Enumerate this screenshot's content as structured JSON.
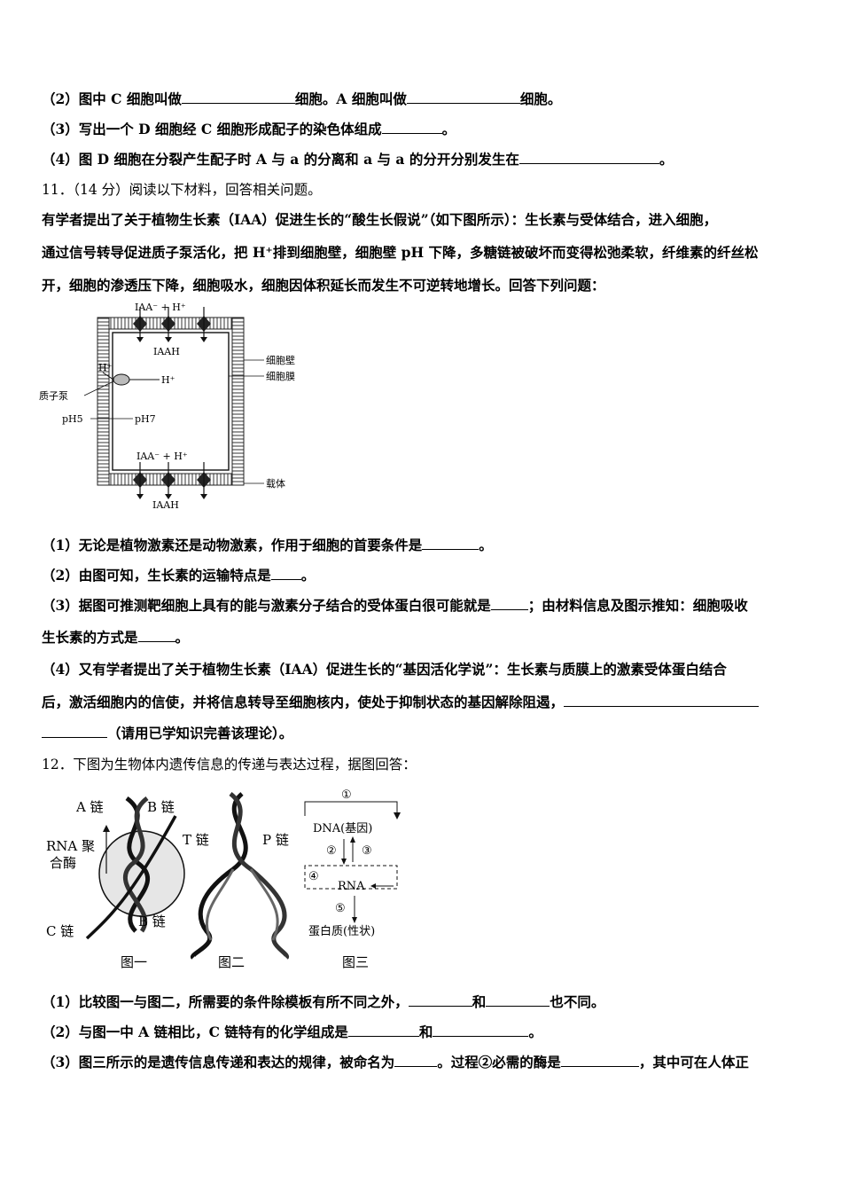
{
  "q10": {
    "p2_a": "（2）图中 C 细胞叫做",
    "p2_b": "细胞。A 细胞叫做",
    "p2_c": "细胞。",
    "p3": "（3）写出一个 D 细胞经 C 细胞形成配子的染色体组成",
    "p3_end": "。",
    "p4": "（4）图 D 细胞在分裂产生配子时 A 与 a 的分离和 a 与 a 的分开分别发生在",
    "p4_end": "。"
  },
  "q11": {
    "head": "11．（14 分）阅读以下材料，回答相关问题。",
    "para1": "有学者提出了关于植物生长素（IAA）促进生长的“酸生长假说”（如下图所示）：生长素与受体结合，进入细胞，",
    "para2": "通过信号转导促进质子泵活化，把 H⁺排到细胞壁，细胞壁 pH 下降，多糖链被破坏而变得松弛柔软，纤维素的纤丝松",
    "para3": "开，细胞的渗透压下降，细胞吸水，细胞因体积延长而发生不可逆转地增长。回答下列问题：",
    "figure": {
      "top_ion": "IAA⁻ + H⁺",
      "top_iaah": "IAAH",
      "wall": "细胞壁",
      "membrane": "细胞膜",
      "h_out": "H⁺",
      "h_in": "H⁺",
      "pump": "质子泵",
      "ph_out": "pH5",
      "ph_in": "pH7",
      "bottom_ion": "IAA⁻ + H⁺",
      "carrier": "载体",
      "bottom_iaah": "IAAH"
    },
    "s1": "（1）无论是植物激素还是动物激素，作用于细胞的首要条件是",
    "s1_end": "。",
    "s2": "（2）由图可知，生长素的运输特点是",
    "s2_end": "。",
    "s3_a": "（3）据图可推测靶细胞上具有的能与激素分子结合的受体蛋白很可能就是",
    "s3_b": "；由材料信息及图示推知：细胞吸收",
    "s3_c": "生长素的方式是",
    "s3_end": "。",
    "s4_a": "（4）又有学者提出了关于植物生长素（IAA）促进生长的“基因活化学说”：生长素与质膜上的激素受体蛋白结合",
    "s4_b": "后，激活细胞内的信使，并将信息转导至细胞核内，使处于抑制状态的基因解除阻遏，",
    "s4_c": "（请用已学知识完善该理论）。"
  },
  "q12": {
    "head": "12．下图为生物体内遗传信息的传递与表达过程，据图回答：",
    "fig1": {
      "a_chain": "A 链",
      "b_chain_top": "B 链",
      "rna_pol_1": "RNA 聚",
      "rna_pol_2": "合酶",
      "c_chain": "C 链",
      "b_chain_bottom": "B 链",
      "caption": "图一"
    },
    "fig2": {
      "t_chain": "T 链",
      "p_chain": "P 链",
      "caption": "图二"
    },
    "fig3": {
      "n1": "①",
      "dna": "DNA(基因)",
      "n2": "②",
      "n3": "③",
      "n4": "④",
      "rna": "RNA",
      "n5": "⑤",
      "protein": "蛋白质(性状)",
      "caption": "图三"
    },
    "s1_a": "（1）比较图一与图二，所需要的条件除模板有所不同之外，",
    "s1_b": "和",
    "s1_c": "也不同。",
    "s2_a": "（2）与图一中 A 链相比，C 链特有的化学组成是",
    "s2_b": "和",
    "s2_end": "。",
    "s3_a": "（3）图三所示的是遗传信息传递和表达的规律，被命名为",
    "s3_b": "。过程②必需的酶是",
    "s3_c": "，其中可在人体正"
  }
}
